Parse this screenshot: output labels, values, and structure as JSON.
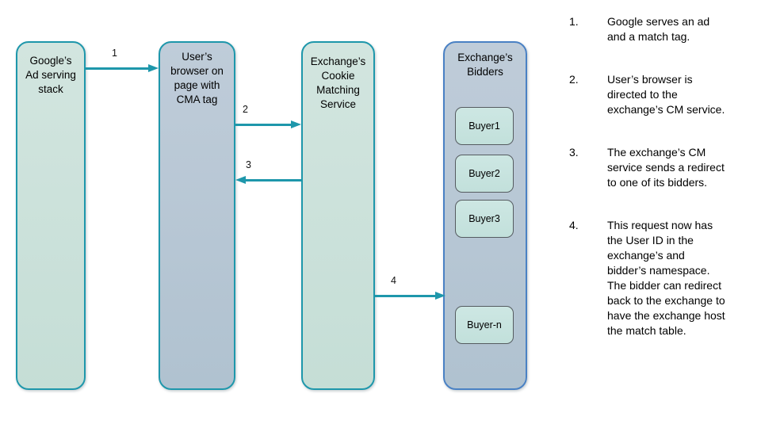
{
  "diagram": {
    "boxes": [
      {
        "id": "google-stack",
        "label": "Google’s Ad serving stack"
      },
      {
        "id": "user-browser",
        "label": "User’s browser on page with CMA tag"
      },
      {
        "id": "cm-service",
        "label": "Exchange’s Cookie Matching Service"
      },
      {
        "id": "bidders",
        "label": "Exchange’s Bidders"
      }
    ],
    "buyers": [
      {
        "label": "Buyer1"
      },
      {
        "label": "Buyer2"
      },
      {
        "label": "Buyer3"
      },
      {
        "label": "Buyer-n"
      }
    ],
    "arrows": [
      {
        "label": "1",
        "from": "google-stack",
        "to": "user-browser"
      },
      {
        "label": "2",
        "from": "user-browser",
        "to": "cm-service"
      },
      {
        "label": "3",
        "from": "cm-service",
        "to": "user-browser"
      },
      {
        "label": "4",
        "from": "cm-service",
        "to": "bidders"
      }
    ],
    "colors": {
      "teal_accent": "#1e97ab",
      "green_fill": "#cbe1da",
      "blue_fill": "#b7c6d3",
      "blue_border": "#4a81c4",
      "buyer_fill": "#c7e3df",
      "buyer_border": "#555b60"
    }
  },
  "steps": {
    "items": [
      {
        "num": "1.",
        "text": "Google serves an ad and a match tag."
      },
      {
        "num": "2.",
        "text": "User’s browser is directed to the exchange’s CM service."
      },
      {
        "num": "3.",
        "text": "The exchange’s CM service sends a redirect to one of its bidders."
      },
      {
        "num": "4.",
        "text": "This request now has the User ID in the exchange’s and bidder’s namespace. The bidder can redirect back to the exchange to have the exchange host the match table."
      }
    ]
  }
}
